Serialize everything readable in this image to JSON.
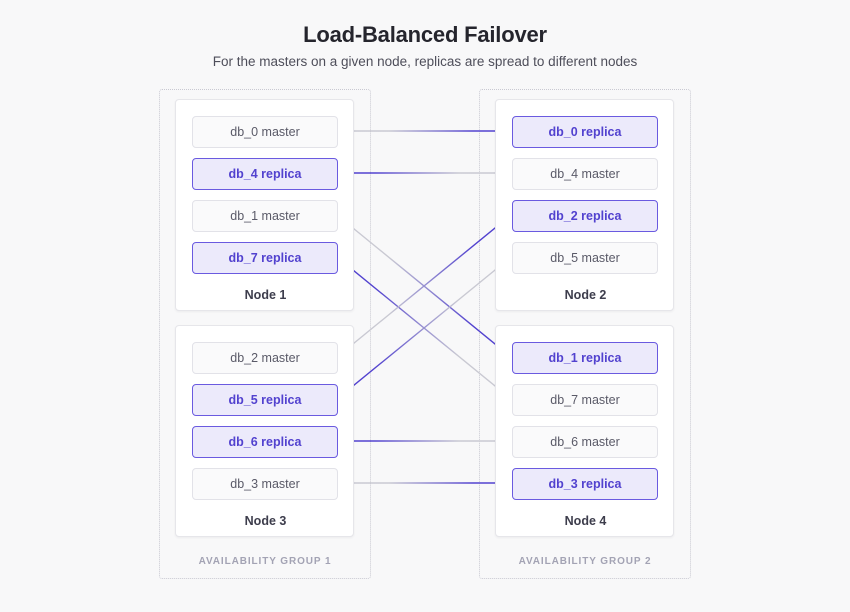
{
  "header": {
    "title": "Load-Balanced Failover",
    "subtitle": "For the masters on a given node, replicas are spread to different nodes"
  },
  "colors": {
    "background": "#f8f8f9",
    "replica_border": "#6a5ae0",
    "replica_fill": "#eceafb",
    "replica_text": "#5242cf",
    "master_border": "#e2e2e8",
    "master_fill": "#fafafb",
    "master_text": "#5a5a68",
    "arrow": "#5242cf",
    "arrow_source": "#c9c9d2",
    "group_border": "#c9c9d2",
    "group_label": "#a3a3b4"
  },
  "groups": [
    {
      "id": "ag1",
      "label": "AVAILABILITY GROUP 1"
    },
    {
      "id": "ag2",
      "label": "AVAILABILITY GROUP 2"
    }
  ],
  "nodes": [
    {
      "id": "node1",
      "label": "Node 1",
      "group": "ag1",
      "slots": [
        {
          "label": "db_0 master",
          "db": "db_0",
          "role": "master"
        },
        {
          "label": "db_4 replica",
          "db": "db_4",
          "role": "replica"
        },
        {
          "label": "db_1 master",
          "db": "db_1",
          "role": "master"
        },
        {
          "label": "db_7 replica",
          "db": "db_7",
          "role": "replica"
        }
      ]
    },
    {
      "id": "node2",
      "label": "Node 2",
      "group": "ag2",
      "slots": [
        {
          "label": "db_0 replica",
          "db": "db_0",
          "role": "replica"
        },
        {
          "label": "db_4 master",
          "db": "db_4",
          "role": "master"
        },
        {
          "label": "db_2 replica",
          "db": "db_2",
          "role": "replica"
        },
        {
          "label": "db_5 master",
          "db": "db_5",
          "role": "master"
        }
      ]
    },
    {
      "id": "node3",
      "label": "Node 3",
      "group": "ag1",
      "slots": [
        {
          "label": "db_2 master",
          "db": "db_2",
          "role": "master"
        },
        {
          "label": "db_5 replica",
          "db": "db_5",
          "role": "replica"
        },
        {
          "label": "db_6 replica",
          "db": "db_6",
          "role": "replica"
        },
        {
          "label": "db_3 master",
          "db": "db_3",
          "role": "master"
        }
      ]
    },
    {
      "id": "node4",
      "label": "Node 4",
      "group": "ag2",
      "slots": [
        {
          "label": "db_1 replica",
          "db": "db_1",
          "role": "replica"
        },
        {
          "label": "db_7 master",
          "db": "db_7",
          "role": "master"
        },
        {
          "label": "db_6 master",
          "db": "db_6",
          "role": "master"
        },
        {
          "label": "db_3 replica",
          "db": "db_3",
          "role": "replica"
        }
      ]
    }
  ],
  "links": [
    {
      "db": "db_0",
      "from": {
        "node": "node1",
        "slot": 0,
        "side": "right"
      },
      "to": {
        "node": "node2",
        "slot": 0,
        "side": "left"
      }
    },
    {
      "db": "db_4",
      "from": {
        "node": "node2",
        "slot": 1,
        "side": "left"
      },
      "to": {
        "node": "node1",
        "slot": 1,
        "side": "right"
      }
    },
    {
      "db": "db_1",
      "from": {
        "node": "node1",
        "slot": 2,
        "side": "right"
      },
      "to": {
        "node": "node4",
        "slot": 0,
        "side": "left"
      }
    },
    {
      "db": "db_7",
      "from": {
        "node": "node4",
        "slot": 1,
        "side": "left"
      },
      "to": {
        "node": "node1",
        "slot": 3,
        "side": "right"
      }
    },
    {
      "db": "db_2",
      "from": {
        "node": "node3",
        "slot": 0,
        "side": "right"
      },
      "to": {
        "node": "node2",
        "slot": 2,
        "side": "left"
      }
    },
    {
      "db": "db_5",
      "from": {
        "node": "node2",
        "slot": 3,
        "side": "left"
      },
      "to": {
        "node": "node3",
        "slot": 1,
        "side": "right"
      }
    },
    {
      "db": "db_6",
      "from": {
        "node": "node4",
        "slot": 2,
        "side": "left"
      },
      "to": {
        "node": "node3",
        "slot": 2,
        "side": "right"
      }
    },
    {
      "db": "db_3",
      "from": {
        "node": "node3",
        "slot": 3,
        "side": "right"
      },
      "to": {
        "node": "node4",
        "slot": 3,
        "side": "left"
      }
    }
  ]
}
